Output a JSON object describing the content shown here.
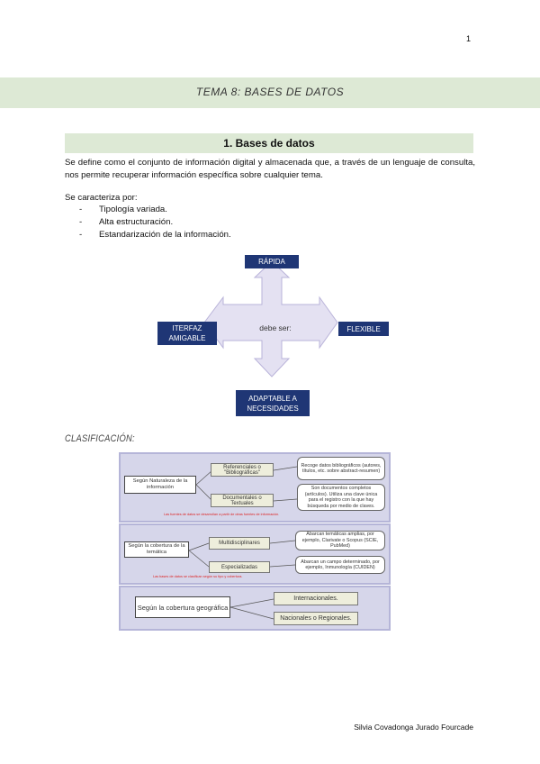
{
  "page_number": "1",
  "topic_title": "TEMA 8: BASES DE DATOS",
  "section_title": "1.   Bases de datos",
  "definition": "Se define como el conjunto de información digital y almacenada que, a través de un lenguaje de consulta, nos permite recuperar información específica sobre cualquier tema.",
  "characteristics_intro": "Se caracteriza por:",
  "characteristics": [
    "Tipología variada.",
    "Alta estructuración.",
    "Estandarización de la información."
  ],
  "diagram": {
    "center": "debe ser:",
    "top": "RÁPIDA",
    "left": "ITERFAZ AMIGABLE",
    "right": "FLEXIBLE",
    "bottom": "ADAPTABLE A NECESIDADES"
  },
  "clasificacion_title": "CLASIFICACIÓN:",
  "classification": {
    "panel1": {
      "root": "Según Naturaleza de la información",
      "branch_a": "Referenciales o \"Bibliográficas\"",
      "branch_b": "Documentales o Textuales",
      "desc_a": "Recoge datos bibliográficos (autores, títulos, etc. sobre abstract-resumen)",
      "desc_b": "Son documentos completos (artículos). Utiliza una clave única para el registro con la que hay búsqueda por medio de claves.",
      "note": "Las fuentes de datos se desarrollan a partir de otras fuentes de información."
    },
    "panel2": {
      "root": "Según la cobertura de la temática",
      "branch_a": "Multidisciplinares",
      "branch_b": "Especializadas",
      "desc_a": "Abarcan temáticas amplias, por ejemplo, Clarivate o Scopus (SCIE, PubMed)",
      "desc_b": "Abarcan un campo determinado, por ejemplo, Inmunología (CUIDEN)",
      "note": "Las bases de datos se clasifican según su tipo y cobertura."
    },
    "panel3": {
      "root": "Según la cobertura geográfica",
      "branch_a": "Internacionales.",
      "branch_b": "Nacionales o Regionales."
    }
  },
  "footer": "Silvia Covadonga Jurado Fourcade",
  "colors": {
    "band": "#dde9d5",
    "navy": "#1f3675",
    "arrow": "#e4e1f2",
    "panel": "#d6d6ea"
  }
}
